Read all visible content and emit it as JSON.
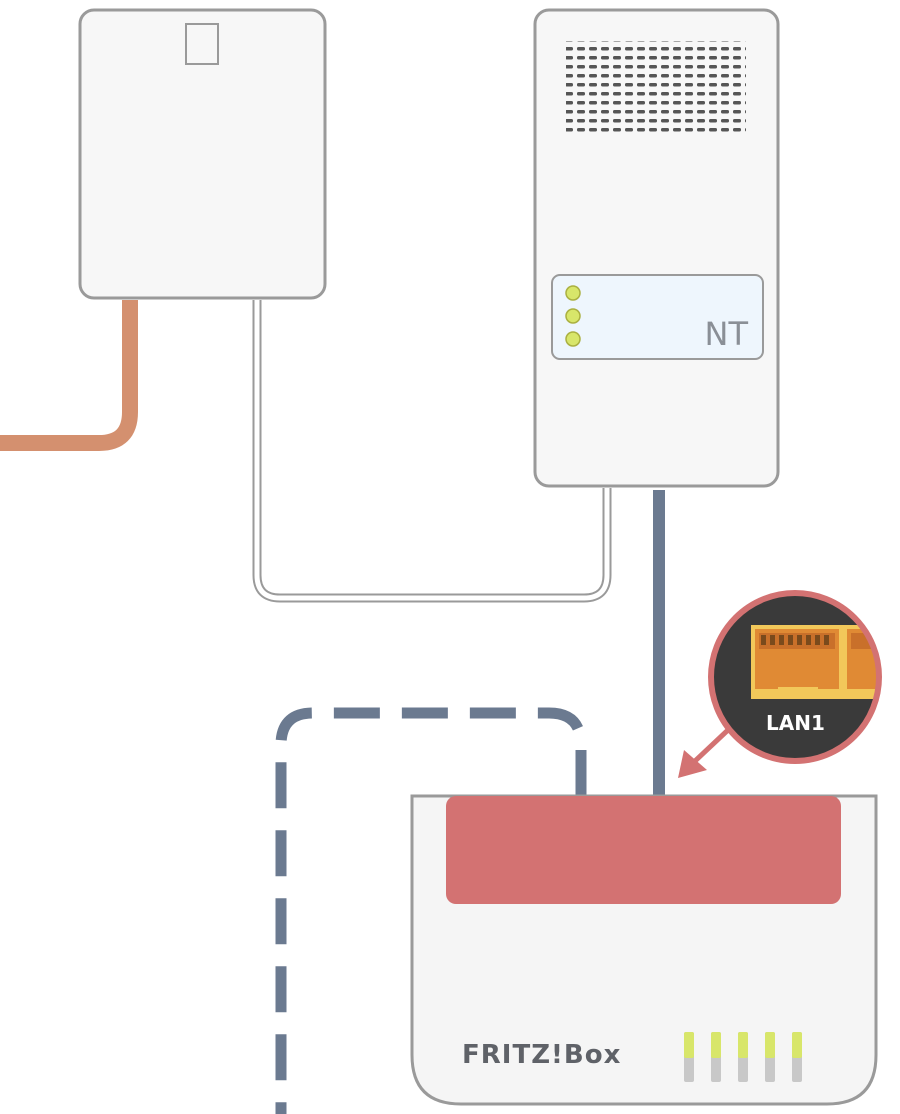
{
  "nt_device": {
    "label": "NT"
  },
  "zoom_callout": {
    "port_label": "LAN1",
    "port_label_cut": "L"
  },
  "fritzbox": {
    "brand": "FRITZ!Box"
  },
  "colors": {
    "device_stroke": "#9a9a9a",
    "device_fill": "#f7f7f7",
    "copper_cable": "#d4906f",
    "lan_cable": "#6b7a90",
    "highlight": "#d37272",
    "led_green": "#d8e66a",
    "nt_panel": "#eef6fd"
  },
  "icons": {
    "socket": "wall-socket-icon",
    "speaker_grille": "vent-grille-icon",
    "callout_arrow": "arrow-icon"
  }
}
